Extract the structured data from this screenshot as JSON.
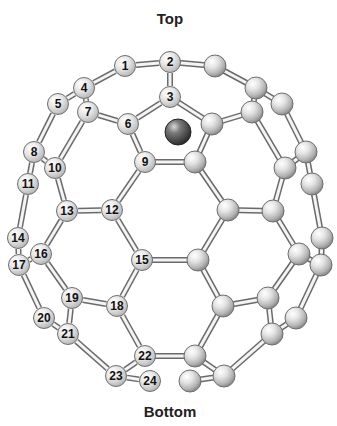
{
  "diagram": {
    "nodes": [
      {
        "text": [
          "1"
        ]
      },
      {
        "text": [
          "2"
        ]
      },
      {
        "text": [
          "3"
        ]
      },
      {
        "text": [
          "4"
        ]
      },
      {
        "text": [
          "5"
        ]
      },
      {
        "text": [
          "6"
        ]
      },
      {
        "text": [
          "7"
        ]
      },
      {
        "text": [
          "8"
        ]
      },
      {
        "text": [
          "9"
        ]
      },
      {
        "text": [
          "10"
        ]
      },
      {
        "text": [
          "11"
        ]
      },
      {
        "text": [
          "12"
        ]
      },
      {
        "text": [
          "13"
        ]
      },
      {
        "text": [
          "14"
        ]
      },
      {
        "text": [
          "15"
        ]
      },
      {
        "text": [
          "16"
        ]
      },
      {
        "text": [
          "17"
        ]
      },
      {
        "text": [
          "18"
        ]
      },
      {
        "text": [
          "19"
        ]
      },
      {
        "text": [
          "20"
        ]
      },
      {
        "text": [
          "21"
        ]
      },
      {
        "text": [
          "22"
        ]
      },
      {
        "text": [
          "23"
        ]
      },
      {
        "text": [
          "24"
        ]
      }
    ],
    "edges": [
      {
        "from": 0,
        "to": 1,
        "arrow": "none"
      },
      {
        "from": 0,
        "to": 3,
        "arrow": "none"
      },
      {
        "from": 1,
        "to": 2,
        "arrow": "none"
      },
      {
        "from": 2,
        "to": 5,
        "arrow": "none"
      },
      {
        "from": 3,
        "to": 4,
        "arrow": "none"
      },
      {
        "from": 3,
        "to": 6,
        "arrow": "none"
      },
      {
        "from": 5,
        "to": 6,
        "arrow": "none"
      },
      {
        "from": 5,
        "to": 8,
        "arrow": "none"
      },
      {
        "from": 6,
        "to": 9,
        "arrow": "none"
      },
      {
        "from": 4,
        "to": 7,
        "arrow": "none"
      },
      {
        "from": 7,
        "to": 9,
        "arrow": "none"
      },
      {
        "from": 7,
        "to": 10,
        "arrow": "none"
      },
      {
        "from": 8,
        "to": 11,
        "arrow": "none"
      },
      {
        "from": 9,
        "to": 12,
        "arrow": "none"
      },
      {
        "from": 11,
        "to": 12,
        "arrow": "none"
      },
      {
        "from": 10,
        "to": 13,
        "arrow": "none"
      },
      {
        "from": 12,
        "to": 15,
        "arrow": "none"
      },
      {
        "from": 13,
        "to": 16,
        "arrow": "none"
      },
      {
        "from": 15,
        "to": 16,
        "arrow": "none"
      },
      {
        "from": 11,
        "to": 14,
        "arrow": "none"
      },
      {
        "from": 14,
        "to": 17,
        "arrow": "none"
      },
      {
        "from": 15,
        "to": 18,
        "arrow": "none"
      },
      {
        "from": 17,
        "to": 18,
        "arrow": "none"
      },
      {
        "from": 16,
        "to": 19,
        "arrow": "none"
      },
      {
        "from": 19,
        "to": 20,
        "arrow": "none"
      },
      {
        "from": 18,
        "to": 20,
        "arrow": "none"
      },
      {
        "from": 17,
        "to": 21,
        "arrow": "none"
      },
      {
        "from": 20,
        "to": 22,
        "arrow": "none"
      },
      {
        "from": 21,
        "to": 22,
        "arrow": "none"
      },
      {
        "from": 22,
        "to": 23,
        "arrow": "none"
      }
    ],
    "labels": [
      "Top",
      "Bottom"
    ]
  }
}
